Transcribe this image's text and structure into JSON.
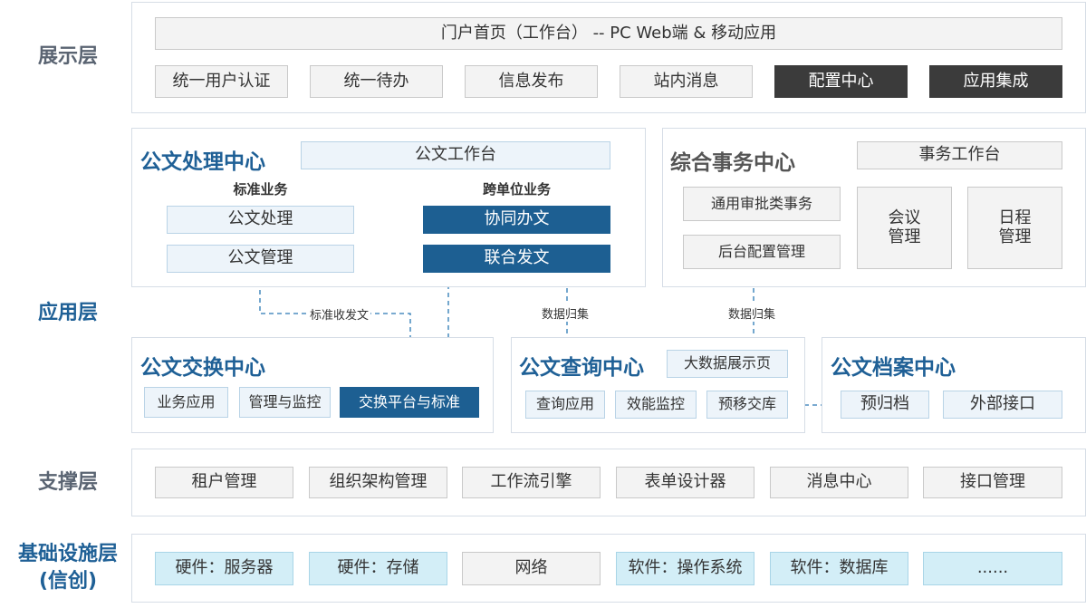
{
  "layers": {
    "presentation": "展示层",
    "application": "应用层",
    "support": "支撑层",
    "infra_line1": "基础设施层",
    "infra_line2": "(信创)"
  },
  "presentation": {
    "portal": "门户首页（工作台） --  PC Web端 & 移动应用",
    "items": [
      "统一用户认证",
      "统一待办",
      "信息发布",
      "站内消息",
      "配置中心",
      "应用集成"
    ]
  },
  "doc_processing": {
    "title": "公文处理中心",
    "workbench": "公文工作台",
    "standard_header": "标准业务",
    "cross_header": "跨单位业务",
    "standard_items": [
      "公文处理",
      "公文管理"
    ],
    "cross_items": [
      "协同办文",
      "联合发文"
    ]
  },
  "affairs": {
    "title": "综合事务中心",
    "workbench": "事务工作台",
    "items": [
      "通用审批类事务",
      "后台配置管理"
    ],
    "meeting": [
      "会议",
      "管理"
    ],
    "schedule": [
      "日程",
      "管理"
    ]
  },
  "edges": {
    "standard_inbound": "标准收发文",
    "data_collect_1": "数据归集",
    "data_collect_2": "数据归集"
  },
  "exchange": {
    "title": "公文交换中心",
    "items": [
      "业务应用",
      "管理与监控",
      "交换平台与标准"
    ]
  },
  "query": {
    "title": "公文查询中心",
    "bigdata": "大数据展示页",
    "items": [
      "查询应用",
      "效能监控",
      "预移交库"
    ]
  },
  "archive": {
    "title": "公文档案中心",
    "items": [
      "预归档",
      "外部接口"
    ]
  },
  "support": {
    "items": [
      "租户管理",
      "组织架构管理",
      "工作流引擎",
      "表单设计器",
      "消息中心",
      "接口管理"
    ]
  },
  "infra": {
    "items": [
      "硬件：服务器",
      "硬件：存储",
      "网络",
      "软件：操作系统",
      "软件：数据库",
      "......"
    ]
  }
}
